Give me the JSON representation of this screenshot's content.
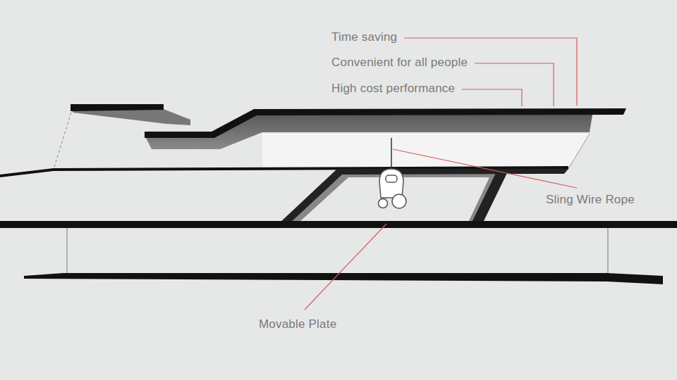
{
  "diagram": {
    "labels": [
      "Time saving",
      "Convenient for all people",
      "High cost performance",
      "Sling Wire Rope",
      "Movable Plate"
    ]
  }
}
